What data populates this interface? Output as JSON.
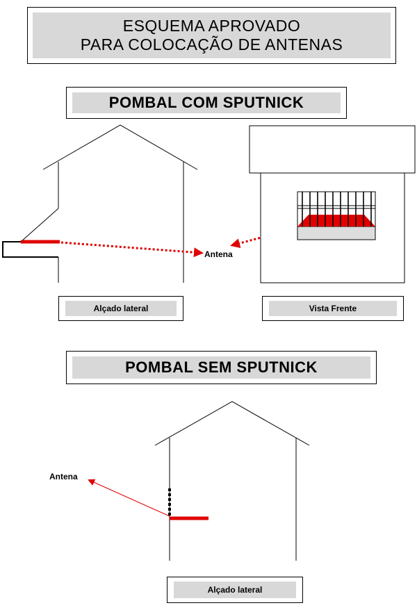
{
  "title": {
    "line1": "ESQUEMA APROVADO",
    "line2": "PARA COLOCAÇÃO DE ANTENAS"
  },
  "section_with": {
    "title": "POMBAL COM SPUTNICK",
    "antenna_label": "Antena",
    "caption_side": "Alçado lateral",
    "caption_front": "Vista Frente"
  },
  "section_without": {
    "title": "POMBAL SEM SPUTNICK",
    "antenna_label": "Antena",
    "caption_side": "Alçado lateral"
  },
  "colors": {
    "antenna": "#e00000",
    "line": "#000000",
    "label_fill": "#d8d8d8"
  }
}
